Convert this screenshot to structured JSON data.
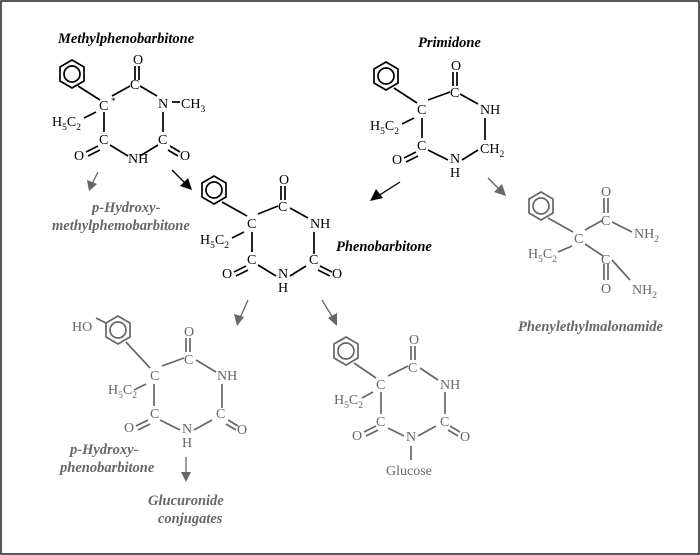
{
  "compounds": {
    "methylphenobarbitone": "Methylphenobarbitone",
    "primidone": "Primidone",
    "phenobarbitone": "Phenobarbitone",
    "p_hydroxy_methyl": [
      "p-Hydroxy-",
      "methylphemobarbitone"
    ],
    "phenylethylmalonamide": "Phenylethylmalonamide",
    "p_hydroxy_pheno": [
      "p-Hydroxy-",
      "phenobarbitone"
    ],
    "glucuronide": [
      "Glucuronide",
      "conjugates"
    ],
    "glucose_label": "Glucose"
  },
  "atoms": {
    "C": "C",
    "N": "N",
    "H": "H",
    "O": "O",
    "NH": "NH",
    "HO": "HO",
    "CH": "CH",
    "H5C": "H",
    "sub5": "5",
    "sub2": "2",
    "sub3": "3",
    "star": "*",
    "NH2": "NH",
    "CH2": "CH"
  },
  "colors": {
    "primary": "#000000",
    "metabolite": "#666666"
  }
}
